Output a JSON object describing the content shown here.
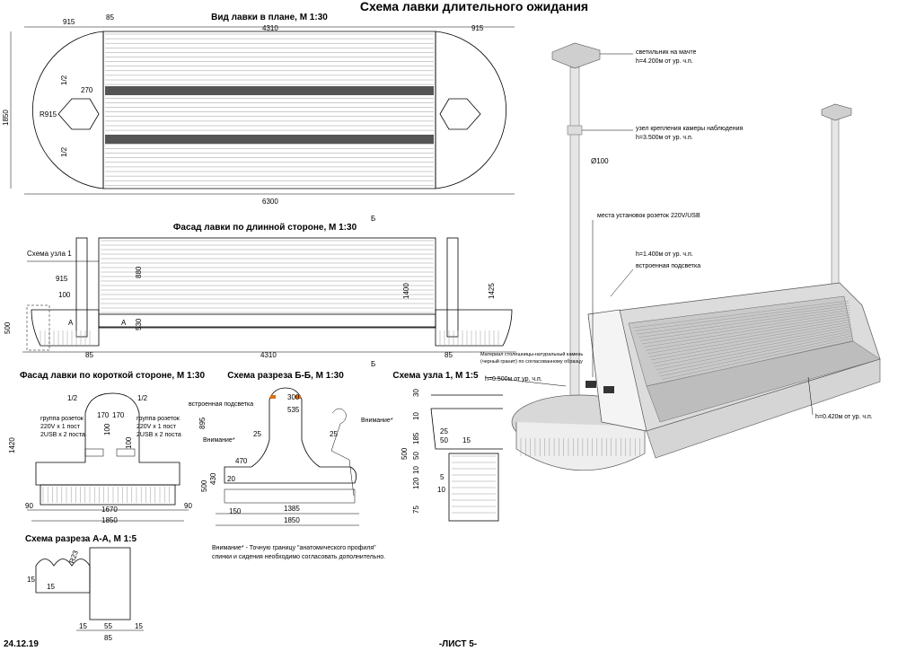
{
  "sheet_title": "Схема лавки длительного ожидания",
  "date": "24.12.19",
  "page_label": "-ЛИСТ 5-",
  "plan": {
    "title": "Вид лавки в плане, М 1:30",
    "dims": [
      "915",
      "85",
      "4310",
      "915",
      "1850",
      "270",
      "1/2",
      "1/2",
      "R915",
      "6300"
    ]
  },
  "facade_long": {
    "title": "Фасад лавки по длинной стороне, М 1:30",
    "node_label": "Схема узла 1",
    "section_mark": "Б",
    "dims": [
      "915",
      "100",
      "500",
      "85",
      "4310",
      "85",
      "880",
      "530",
      "1400",
      "1425",
      "A",
      "A"
    ]
  },
  "facade_short": {
    "title": "Фасад лавки по короткой стороне, М 1:30",
    "sockets_left": [
      "группа розеток",
      "220V x 1 пост",
      "2USB x 2 поста"
    ],
    "sockets_right": [
      "группа розеток",
      "220V x 1 пост",
      "2USB x 2 поста"
    ],
    "dims": [
      "1/2",
      "1/2",
      "170",
      "170",
      "100",
      "100",
      "1420",
      "1670",
      "1850",
      "90",
      "90"
    ]
  },
  "section_bb": {
    "title": "Схема разреза Б-Б, М 1:30",
    "labels": [
      "встроенная подсветка",
      "Внимание*",
      "Внимание*"
    ],
    "dims": [
      "300",
      "535",
      "895",
      "25",
      "25",
      "470",
      "500",
      "20",
      "150",
      "1385",
      "1850",
      "430"
    ]
  },
  "node1": {
    "title": "Схема узла 1, М 1:5",
    "dims": [
      "30",
      "10",
      "185",
      "25",
      "50",
      "15",
      "500",
      "50",
      "10",
      "120",
      "75",
      "5",
      "10"
    ]
  },
  "section_aa": {
    "title": "Схема разреза А-А, М 1:5",
    "dims": [
      "R23",
      "15",
      "15",
      "55",
      "15",
      "85",
      "15"
    ]
  },
  "footnote": [
    "Внимание* - Точную границу \"анатомического профиля\"",
    "спинки и сидения необходимо согласовать дополнительно."
  ],
  "render_labels": {
    "lamp": [
      "светильник на мачте",
      "h=4.200м от ур. ч.п."
    ],
    "camera": [
      "узел крепления камеры наблюдения",
      "h=3.500м от ур. ч.п."
    ],
    "pole": "Ø100",
    "sockets": "места установок розеток 220V/USB",
    "backlight": [
      "h=1.400м от ур. ч.п.",
      "встроенная подсветка"
    ],
    "material": [
      "Материал столешницы-натуральный камень",
      "(черный гранит) по согласованному образцу"
    ],
    "h_tabletop": "h=0.500м от ур. ч.п.",
    "h_seat": "h=0.420м от ур. ч.п."
  }
}
